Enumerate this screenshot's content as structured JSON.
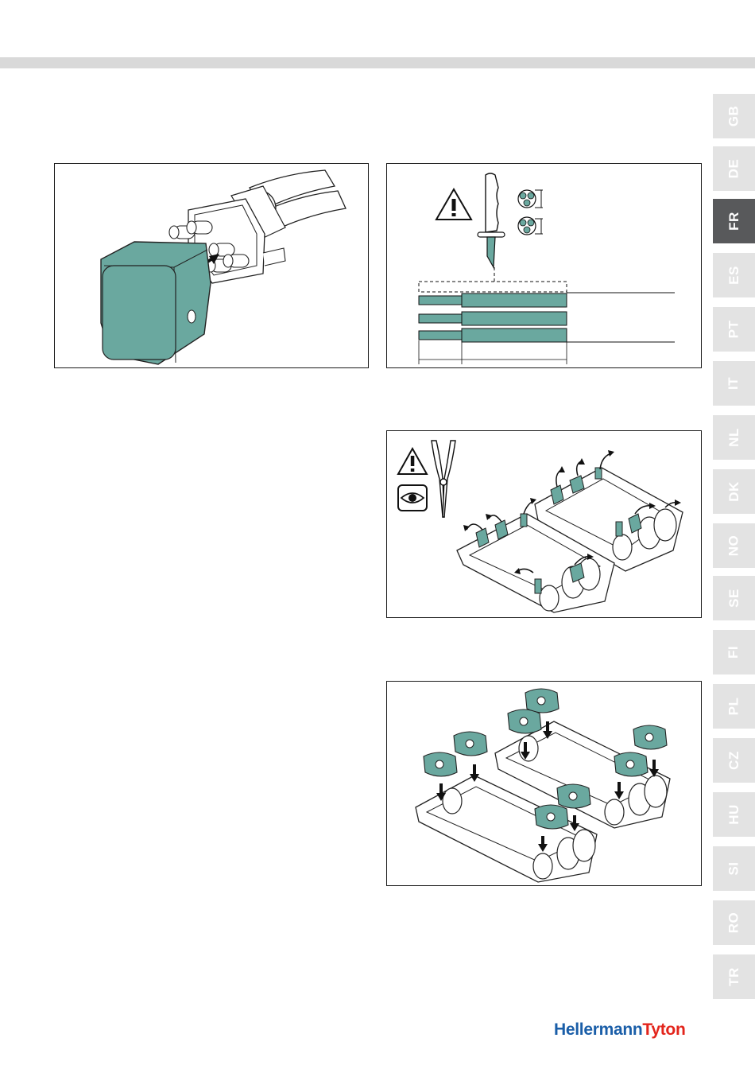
{
  "languages": [
    "GB",
    "DE",
    "FR",
    "ES",
    "PT",
    "IT",
    "NL",
    "DK",
    "NO",
    "SE",
    "FI",
    "PL",
    "CZ",
    "HU",
    "SI",
    "RO",
    "TR"
  ],
  "active_language": "FR",
  "brand": {
    "part1": "Hellermann",
    "part2": "Tyton"
  },
  "colors": {
    "accent": "#6aa89f",
    "tab_active": "#58595b",
    "tab_inactive": "#e3e3e3",
    "brand_blue": "#1a5ea8",
    "brand_red": "#e3241b"
  }
}
